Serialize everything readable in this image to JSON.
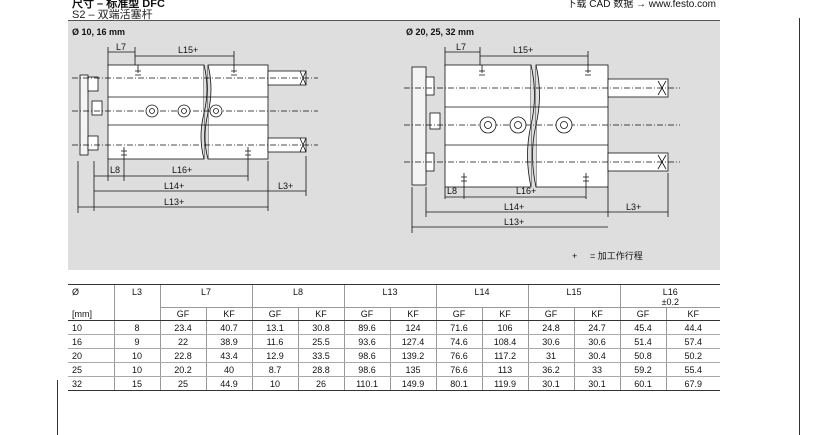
{
  "header": {
    "title_left": "尺寸 – 标准型 DFC",
    "title_right": "下载 CAD 数据 → www.festo.com",
    "subtitle": "S2 – 双端活塞杆"
  },
  "drawing": {
    "view_left_label": "Ø 10, 16 mm",
    "view_right_label": "Ø 20, 25, 32 mm",
    "dims": {
      "l7": "L7",
      "l15": "L15+",
      "l8": "L8",
      "l16": "L16+",
      "l14": "L14+",
      "l13": "L13+",
      "l3": "L3+"
    },
    "legend_symbol": "+",
    "legend_text": "= 加工作行程"
  },
  "table": {
    "col_diameter": "Ø",
    "col_diameter_unit": "[mm]",
    "col_l3": "L3",
    "col_l7": "L7",
    "col_l8": "L8",
    "col_l13": "L13",
    "col_l14": "L14",
    "col_l15": "L15",
    "col_l16": "L16",
    "col_l16_tol": "±0.2",
    "sub_gf": "GF",
    "sub_kf": "KF",
    "rows": [
      [
        "10",
        "8",
        "23.4",
        "40.7",
        "13.1",
        "30.8",
        "89.6",
        "124",
        "71.6",
        "106",
        "24.8",
        "24.7",
        "45.4",
        "44.4"
      ],
      [
        "16",
        "9",
        "22",
        "38.9",
        "11.6",
        "25.5",
        "93.6",
        "127.4",
        "74.6",
        "108.4",
        "30.6",
        "30.6",
        "51.4",
        "57.4"
      ],
      [
        "20",
        "10",
        "22.8",
        "43.4",
        "12.9",
        "33.5",
        "98.6",
        "139.2",
        "76.6",
        "117.2",
        "31",
        "30.4",
        "50.8",
        "50.2"
      ],
      [
        "25",
        "10",
        "20.2",
        "40",
        "8.7",
        "28.8",
        "98.6",
        "135",
        "76.6",
        "113",
        "36.2",
        "33",
        "59.2",
        "55.4"
      ],
      [
        "32",
        "15",
        "25",
        "44.9",
        "10",
        "26",
        "110.1",
        "149.9",
        "80.1",
        "119.9",
        "30.1",
        "30.1",
        "60.1",
        "67.9"
      ]
    ]
  }
}
